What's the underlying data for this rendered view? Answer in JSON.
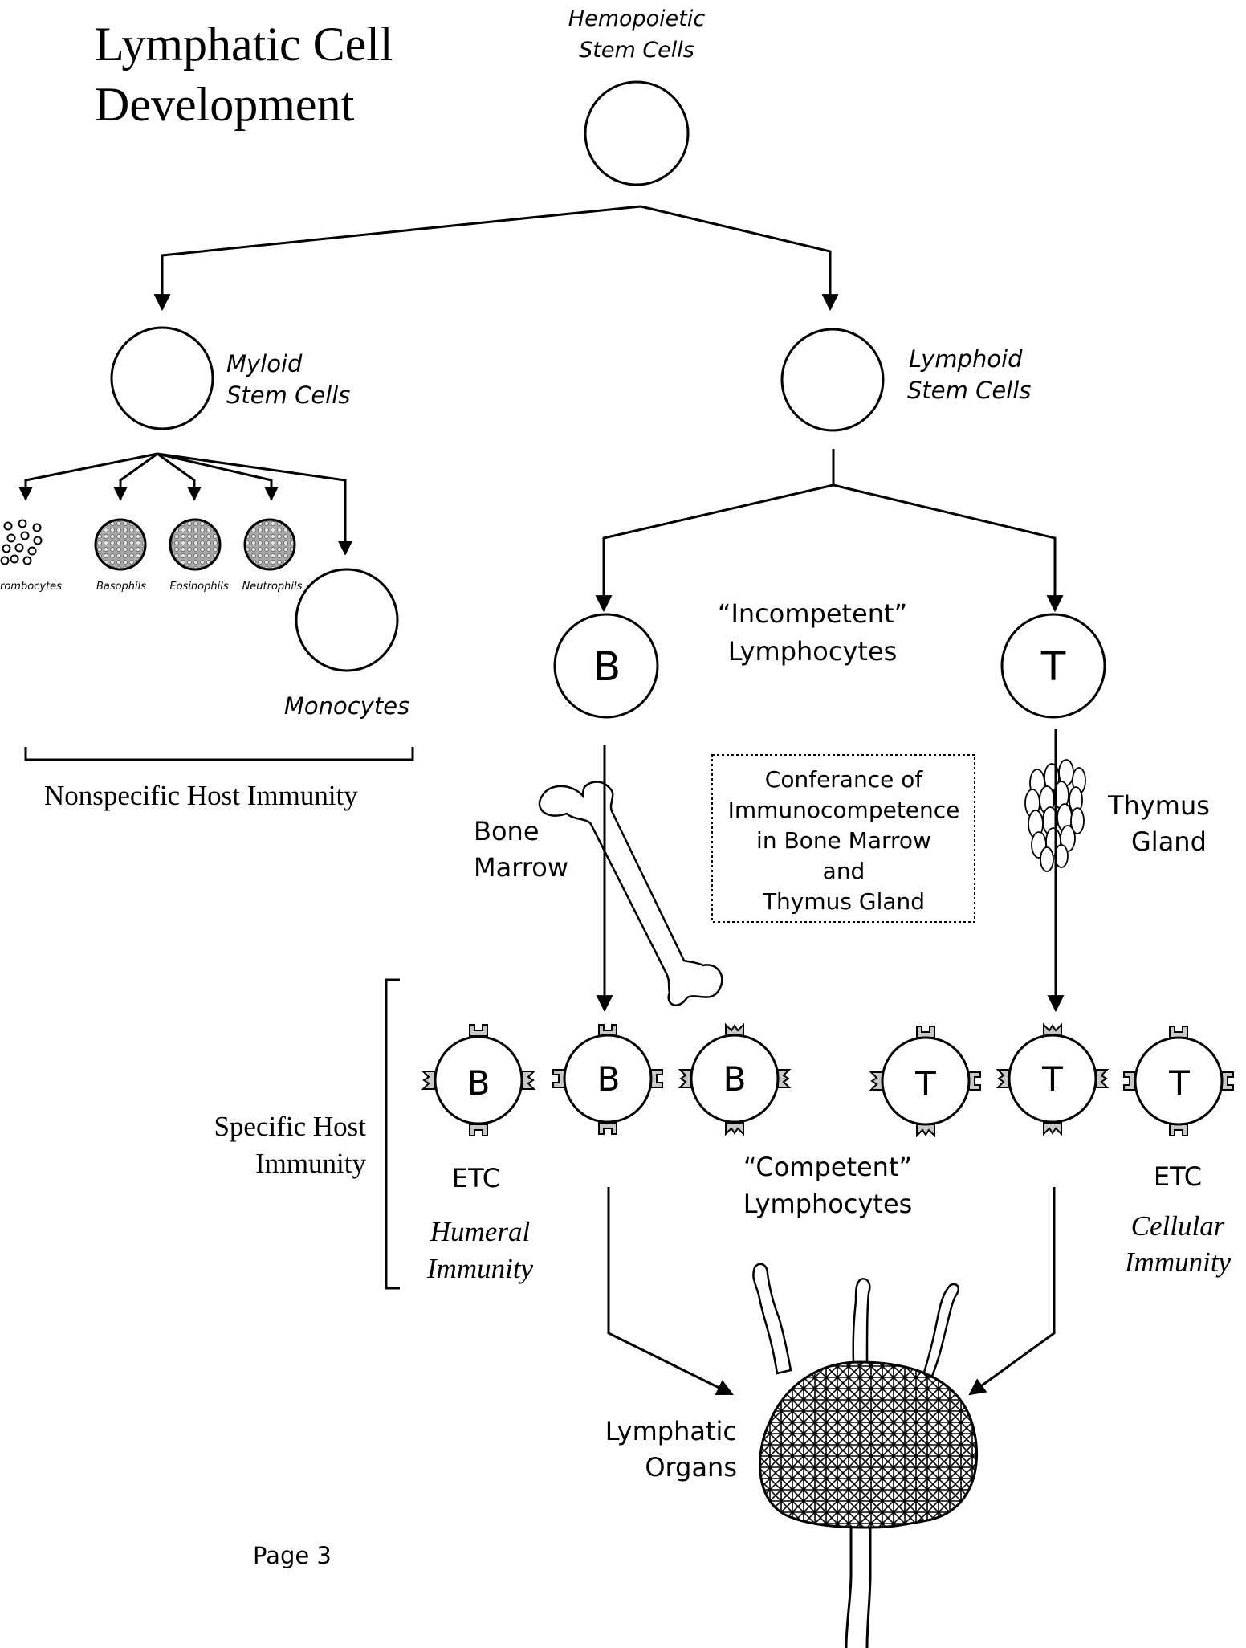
{
  "title": {
    "line1": "Lymphatic Cell",
    "line2": "Development"
  },
  "stem": {
    "hemopoietic": {
      "line1": "Hemopoietic",
      "line2": "Stem Cells"
    },
    "myloid": {
      "line1": "Myloid",
      "line2": "Stem Cells"
    },
    "lymphoid": {
      "line1": "Lymphoid",
      "line2": "Stem Cells"
    }
  },
  "myeloid_products": {
    "thrombocytes": "rombocytes",
    "basophils": "Basophils",
    "eosinophils": "Eosinophils",
    "neutrophils": "Neutrophils",
    "monocytes": "Monocytes"
  },
  "nonspecific_label": "Nonspecific Host Immunity",
  "incompetent": {
    "line1": "“Incompetent”",
    "line2": "Lymphocytes"
  },
  "cell_letters": {
    "b": "B",
    "t": "T"
  },
  "bone_marrow": {
    "line1": "Bone",
    "line2": "Marrow"
  },
  "thymus": {
    "line1": "Thymus",
    "line2": "Gland"
  },
  "conferance_box": [
    "Conferance of",
    "Immunocompetence",
    "in Bone Marrow",
    "and",
    "Thymus Gland"
  ],
  "specific_label": {
    "line1": "Specific Host",
    "line2": "Immunity"
  },
  "etc_left": "ETC",
  "etc_right": "ETC",
  "humeral": {
    "line1": "Humeral",
    "line2": "Immunity"
  },
  "cellular": {
    "line1": "Cellular",
    "line2": "Immunity"
  },
  "competent": {
    "line1": "“Competent”",
    "line2": "Lymphocytes"
  },
  "lymphatic_organs": {
    "line1": "Lymphatic",
    "line2": "Organs"
  },
  "page_label": "Page 3"
}
